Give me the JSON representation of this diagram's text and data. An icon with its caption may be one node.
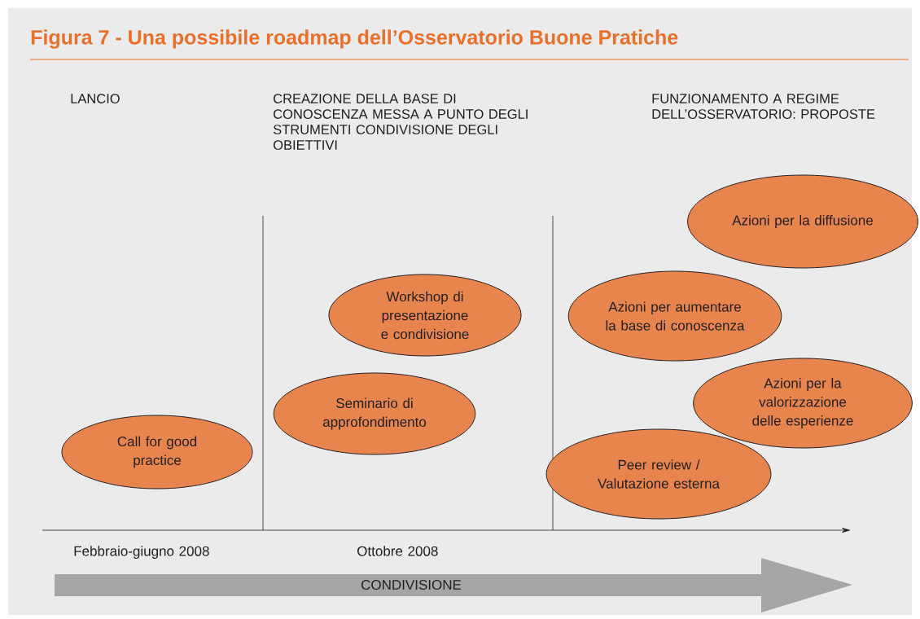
{
  "diagram": {
    "title": "Figura 7 - Una possibile roadmap dell’Osservatorio Buone Pratiche",
    "nodes": [
      {
        "text": [
          "Call for good practice"
        ]
      },
      {
        "text": [
          "Workshop di presentazione e condivisione"
        ]
      },
      {
        "text": [
          "Seminario di approfondimento"
        ]
      },
      {
        "text": [
          "Azioni per la diffusione"
        ]
      },
      {
        "text": [
          "Azioni per aumentare la base di conoscenza"
        ]
      },
      {
        "text": [
          "Azioni per la valorizzazione delle esperienze"
        ]
      },
      {
        "text": [
          "Peer review / Valutazione esterna"
        ]
      },
      {
        "text": [
          "CONDIVISIONE"
        ]
      }
    ],
    "labels": [
      "LANCIO",
      "CREAZIONE DELLA BASE DI CONOSCENZA MESSA A PUNTO DEGLI STRUMENTI CONDIVISIONE DEGLI OBIETTIVI",
      "FUNZIONAMENTO A REGIME DELL’OSSERVATORIO: PROPOSTE",
      "Febbraio-giugno 2008",
      "Ottobre 2008"
    ]
  }
}
